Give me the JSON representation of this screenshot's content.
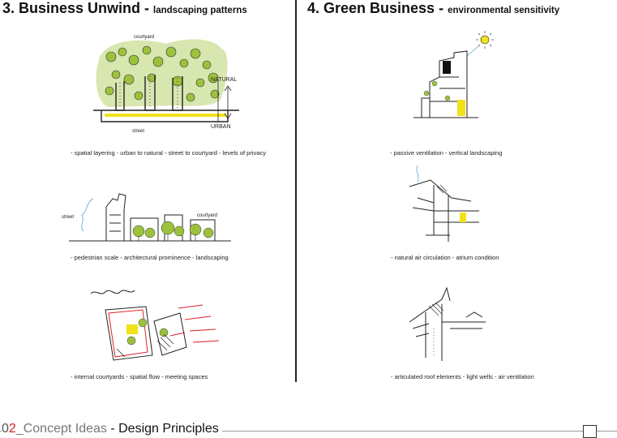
{
  "left": {
    "title": "3. Business Unwind -",
    "subtitle": "landscaping patterns",
    "sketches": [
      {
        "caption": "- spatial layering - urban to natural - street to courtyard - levels of privacy",
        "labels": {
          "courtyard": "courtyard",
          "street": "street",
          "natural": "NATURAL",
          "urban": "URBAN"
        }
      },
      {
        "caption": "- pedestrian scale - architectural prominence - landscaping",
        "labels": {
          "street": "street",
          "courtyard": "courtyard"
        }
      },
      {
        "caption": "- internal courtyards - spatial flow - meeting spaces"
      }
    ]
  },
  "right": {
    "title": "4. Green Business -",
    "subtitle": "environmental sensitivity",
    "sketches": [
      {
        "caption": "- passive ventilation - vertical landscaping"
      },
      {
        "caption": "- natural air circulation - atrium condition"
      },
      {
        "caption": "- articulated roof elements - light wells - air ventilation"
      }
    ]
  },
  "footer": {
    "number_part1": "0",
    "number_part2": "2",
    "separator": "_",
    "section": "Concept Ideas",
    "dash": " - ",
    "subtitle": "Design Principles"
  },
  "colors": {
    "foliage": "#9cc23c",
    "foliage_bg": "#d8e6b0",
    "accent_yellow": "#f2e21a",
    "accent_red": "#e0202a",
    "footer_red": "#d32020"
  }
}
